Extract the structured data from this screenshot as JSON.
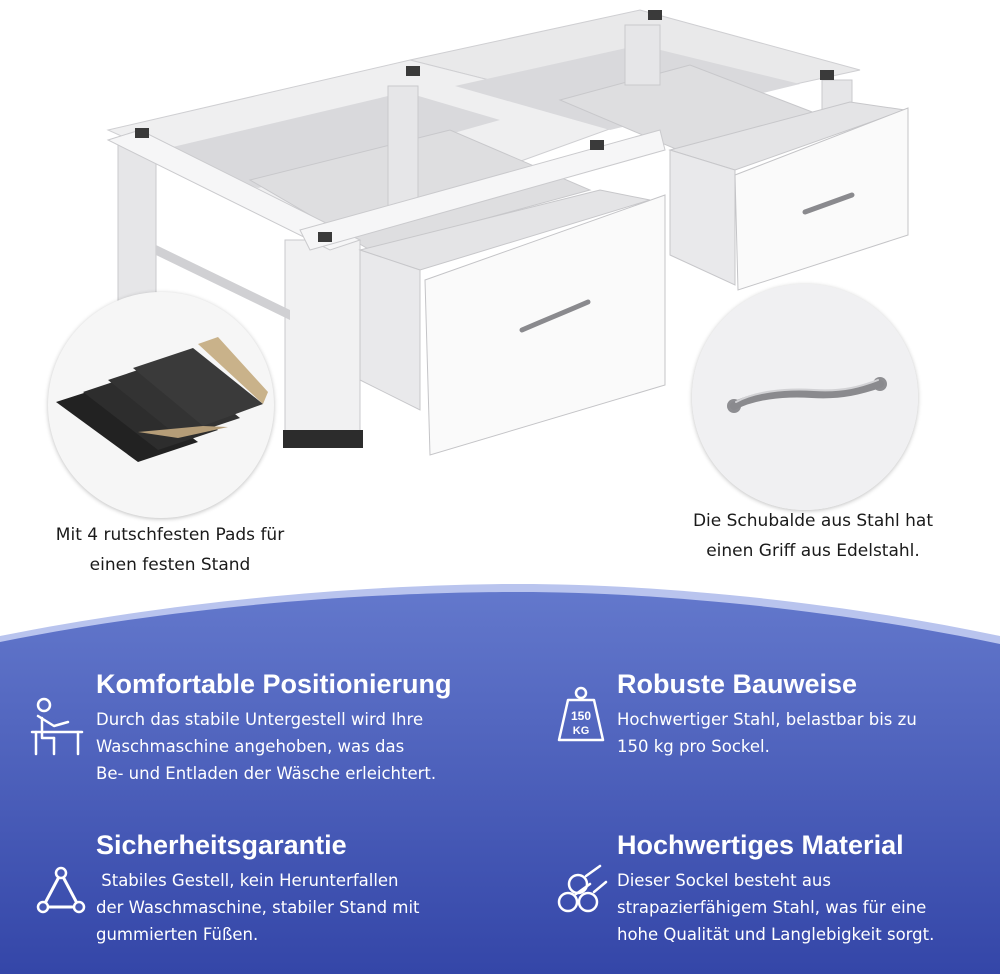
{
  "captions": {
    "pads": [
      "Mit 4 rutschfesten Pads für",
      "einen festen Stand"
    ],
    "handle": [
      "Die Schubalde aus Stahl hat",
      "einen Griff aus Edelstahl."
    ]
  },
  "features": [
    {
      "title": "Komfortable Positionierung",
      "lines": [
        "Durch das stabile Untergestell wird Ihre",
        "Waschmaschine angehoben, was das",
        "Be- und Entladen der Wäsche erleichtert."
      ],
      "icon": "person-working-icon"
    },
    {
      "title": "Robuste Bauweise",
      "lines": [
        "Hochwertiger Stahl, belastbar bis zu",
        "150 kg pro Sockel."
      ],
      "icon": "weight-150kg-icon",
      "icon_label_top": "150",
      "icon_label_bottom": "KG"
    },
    {
      "title": "Sicherheitsgarantie",
      "lines": [
        " Stabiles Gestell, kein Herunterfallen",
        "der Waschmaschine, stabiler Stand mit",
        "gummierten Füßen."
      ],
      "icon": "triangle-structure-icon"
    },
    {
      "title": "Hochwertiges Material",
      "lines": [
        "Dieser Sockel besteht aus",
        "strapazierfähigem Stahl, was für eine",
        "hohe Qualität und Langlebigkeit sorgt."
      ],
      "icon": "steel-pipes-icon"
    }
  ],
  "colors": {
    "band_top": "#5f74c9",
    "band_bottom": "#3446a8",
    "band_edge": "#b9c4ee",
    "text_on_band": "#ffffff",
    "product_white": "#f4f4f4",
    "pad_black": "#2a2a2a",
    "pad_adhesive": "#c9b28a"
  }
}
